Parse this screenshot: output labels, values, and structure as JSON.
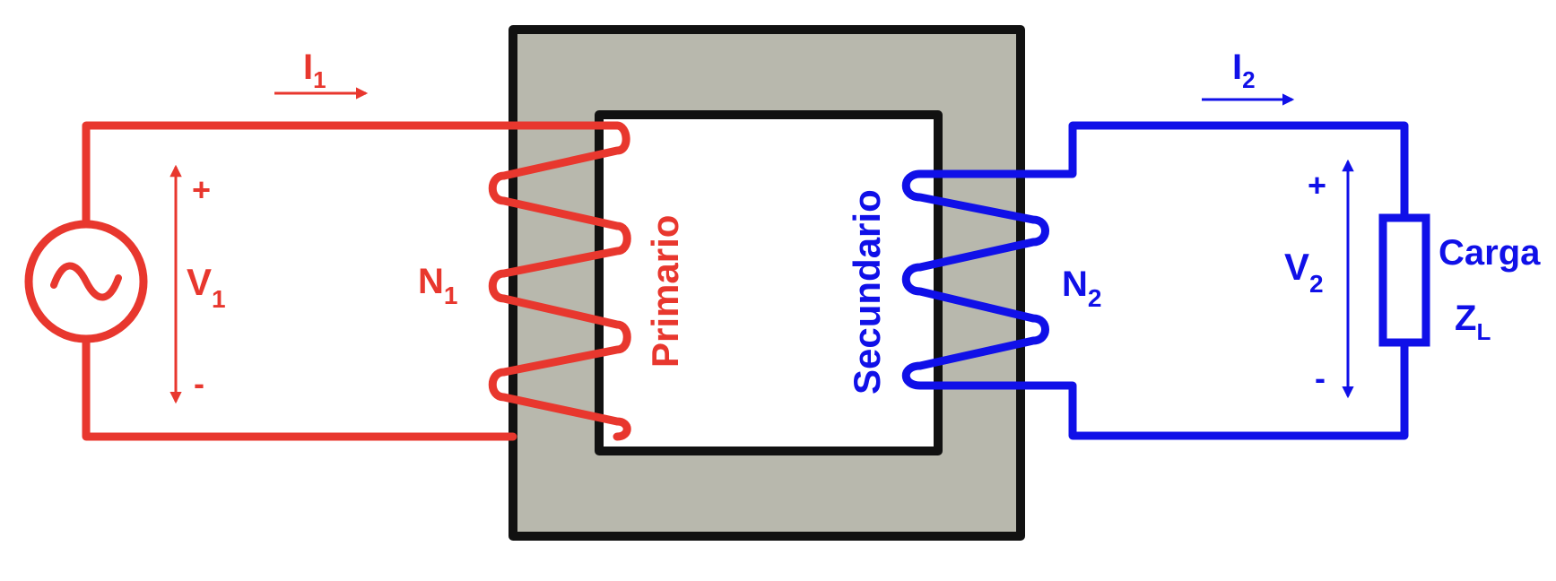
{
  "colors": {
    "primary": "#e8372e",
    "secondary": "#1010e8",
    "core": "#b8b8ad",
    "outline": "#111111"
  },
  "primary": {
    "current": {
      "main": "I",
      "sub": "1"
    },
    "voltage": {
      "main": "V",
      "sub": "1",
      "plus": "+",
      "minus": "-"
    },
    "turns": {
      "main": "N",
      "sub": "1"
    },
    "winding_label": "Primario"
  },
  "secondary": {
    "current": {
      "main": "I",
      "sub": "2"
    },
    "voltage": {
      "main": "V",
      "sub": "2",
      "plus": "+",
      "minus": "-"
    },
    "turns": {
      "main": "N",
      "sub": "2"
    },
    "winding_label": "Secundario"
  },
  "load": {
    "label": "Carga",
    "impedance": {
      "main": "Z",
      "sub": "L"
    }
  },
  "icons": {
    "source": "ac-source-icon",
    "load": "impedance-icon"
  }
}
